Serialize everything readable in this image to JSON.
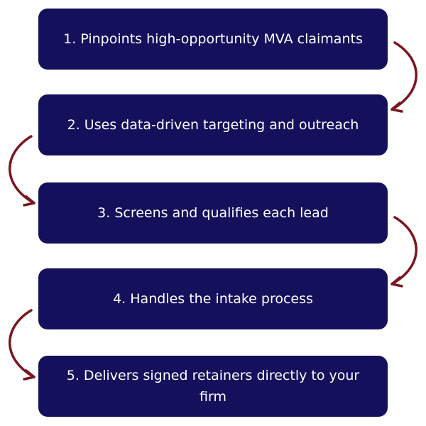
{
  "colors": {
    "box_fill": "#14105c",
    "box_text": "#ffffff",
    "arrow": "#7a1620",
    "background": "#ffffff"
  },
  "steps": [
    {
      "label": "1. Pinpoints high-opportunity MVA claimants"
    },
    {
      "label": "2. Uses data-driven targeting and outreach"
    },
    {
      "label": "3. Screens and qualifies each lead"
    },
    {
      "label": "4. Handles the intake process"
    },
    {
      "label": "5. Delivers signed retainers directly to your firm"
    }
  ],
  "connectors": [
    {
      "from": 1,
      "to": 2,
      "side": "right",
      "icon": "curved-arrow-icon"
    },
    {
      "from": 2,
      "to": 3,
      "side": "left",
      "icon": "curved-arrow-icon"
    },
    {
      "from": 3,
      "to": 4,
      "side": "right",
      "icon": "curved-arrow-icon"
    },
    {
      "from": 4,
      "to": 5,
      "side": "left",
      "icon": "curved-arrow-icon"
    }
  ]
}
